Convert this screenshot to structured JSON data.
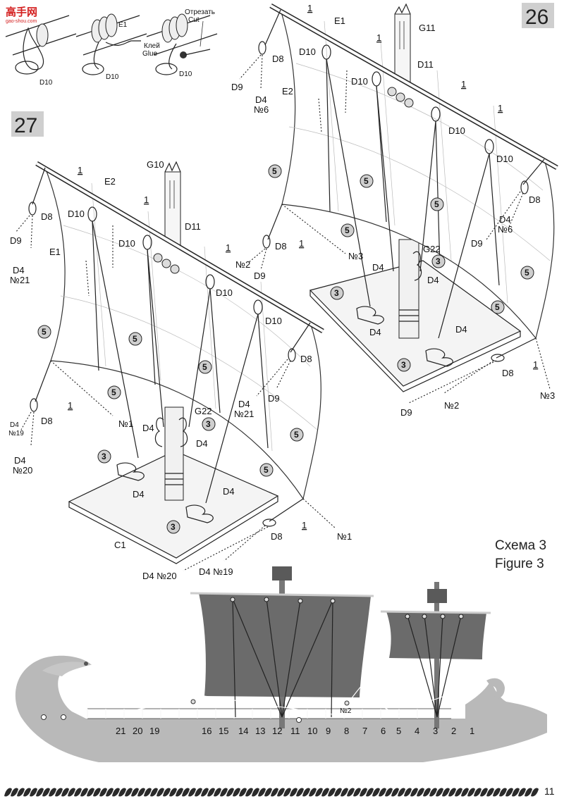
{
  "logo": {
    "main": "高手网",
    "sub": "gao-shou.com"
  },
  "page_number": "11",
  "knot": {
    "e1": "E1",
    "cut_ru": "Отрезать",
    "cut_en": "Cut",
    "glue_ru": "Клей",
    "glue_en": "Glue",
    "d10": "D10"
  },
  "step26": {
    "number": "26",
    "labels": {
      "e1": "E1",
      "e2": "E2",
      "g11": "G11",
      "d10": "D10",
      "d11": "D11",
      "d8": "D8",
      "d9": "D9",
      "d4": "D4",
      "g22": "G22",
      "one": "1",
      "n2": "№2",
      "n3": "№3",
      "n6": "№6"
    }
  },
  "step27": {
    "number": "27",
    "labels": {
      "e1": "E1",
      "e2": "E2",
      "g10": "G10",
      "d10": "D10",
      "d11": "D11",
      "d8": "D8",
      "d9": "D9",
      "d4": "D4",
      "g22": "G22",
      "c1": "C1",
      "one": "1",
      "n1": "№1",
      "n19": "№19",
      "n20": "№20",
      "n21": "№21",
      "d4n20": "D4 №20",
      "d4n19": "D4 №19"
    }
  },
  "circled": {
    "three": "3",
    "five": "5"
  },
  "figure": {
    "ru": "Схема 3",
    "en": "Figure 3"
  },
  "ship": {
    "n2": "№2",
    "positions": [
      "21",
      "20",
      "19",
      "16",
      "15",
      "14",
      "13",
      "12",
      "11",
      "10",
      "9",
      "8",
      "7",
      "6",
      "5",
      "4",
      "3",
      "2",
      "1"
    ]
  },
  "colors": {
    "hull": "#b9b9b9",
    "sail": "#6b6b6b",
    "logo": "#d42020",
    "badge": "#cfcfcf"
  }
}
